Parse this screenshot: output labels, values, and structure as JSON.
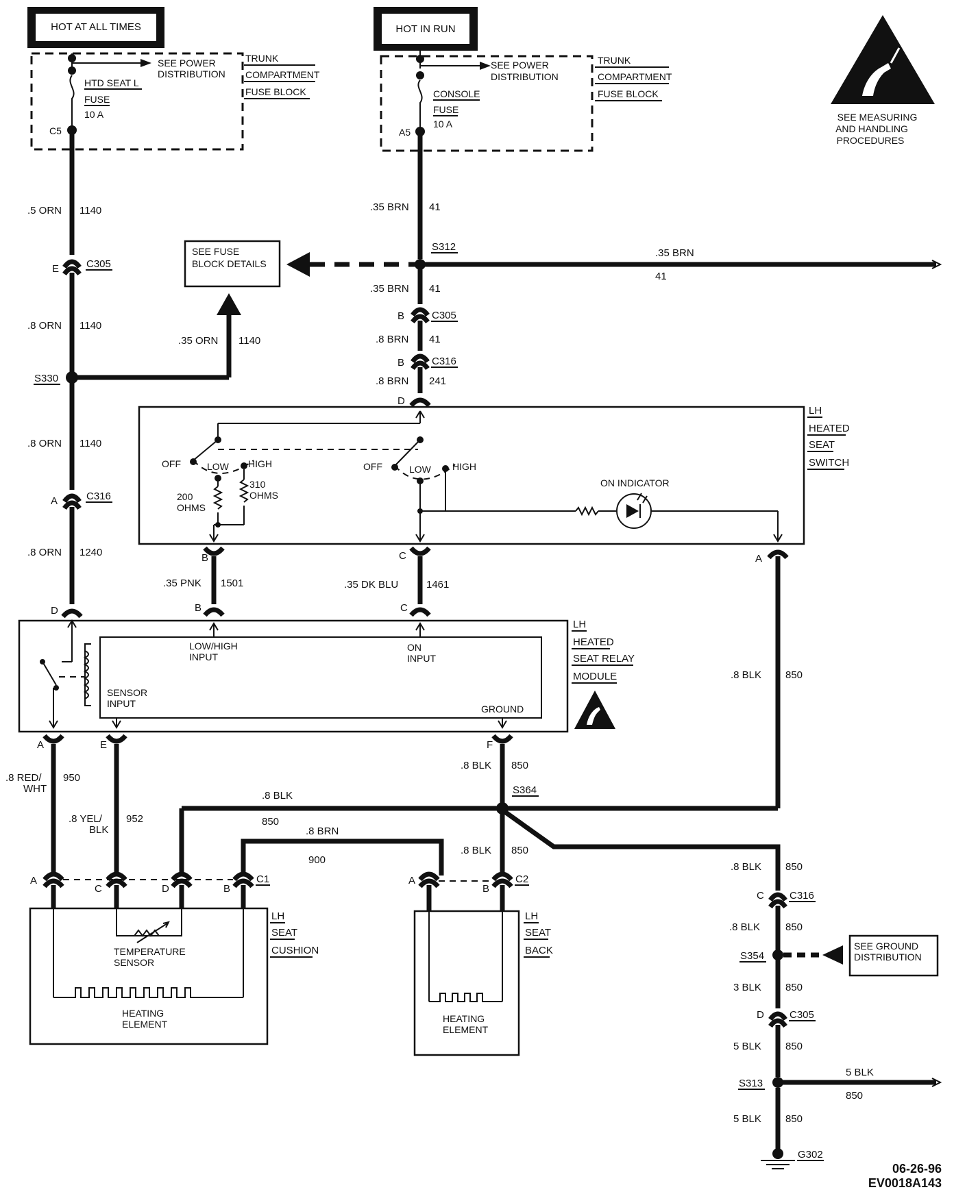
{
  "power": {
    "hot_all": "HOT AT ALL TIMES",
    "hot_run": "HOT IN RUN"
  },
  "fuseblocks": {
    "left": {
      "see_power_1": "SEE POWER",
      "see_power_2": "DISTRIBUTION",
      "name_1": "TRUNK",
      "name_2": "COMPARTMENT",
      "name_3": "FUSE BLOCK",
      "fuse_1": "HTD SEAT L",
      "fuse_2": "FUSE",
      "fuse_3": "10 A",
      "pin": "C5"
    },
    "right": {
      "see_power_1": "SEE POWER",
      "see_power_2": "DISTRIBUTION",
      "name_1": "TRUNK",
      "name_2": "COMPARTMENT",
      "name_3": "FUSE BLOCK",
      "fuse_1": "CONSOLE",
      "fuse_2": "FUSE",
      "fuse_3": "10 A",
      "pin": "A5"
    }
  },
  "esd": {
    "line_1": "SEE MEASURING",
    "line_2": "AND HANDLING",
    "line_3": "PROCEDURES"
  },
  "fuse_details": {
    "line_1": "SEE FUSE",
    "line_2": "BLOCK DETAILS"
  },
  "ground_dist": {
    "line_1": "SEE GROUND",
    "line_2": "DISTRIBUTION"
  },
  "left_column": {
    "w1_gauge": ".5 ORN",
    "w1_circuit": "1140",
    "c305_pin": "E",
    "c305_name": "C305",
    "w2_gauge": ".8 ORN",
    "w2_circuit": "1140",
    "branch_gauge": ".35 ORN",
    "branch_circuit": "1140",
    "s330": "S330",
    "w3_gauge": ".8 ORN",
    "w3_circuit": "1140",
    "c316_pin": "A",
    "c316_name": "C316",
    "w4_gauge": ".8 ORN",
    "w4_circuit": "1240",
    "module_pin": "D"
  },
  "center_column": {
    "w1_gauge": ".35 BRN",
    "w1_circuit": "41",
    "s312": "S312",
    "branch_gauge": ".35 BRN",
    "branch_circuit": "41",
    "w2_gauge": ".35 BRN",
    "w2_circuit": "41",
    "c305_pin": "B",
    "c305_name": "C305",
    "w3_gauge": ".8 BRN",
    "w3_circuit": "41",
    "c316_pin": "B",
    "c316_name": "C316",
    "w4_gauge": ".8 BRN",
    "w4_circuit": "241",
    "switch_pin": "D"
  },
  "seat_switch": {
    "name_1": "LH",
    "name_2": "HEATED",
    "name_3": "SEAT",
    "name_4": "SWITCH",
    "off_left": "OFF",
    "low_left": "LOW",
    "high_left": "HIGH",
    "res1_value": "200",
    "res1_unit": "OHMS",
    "res2_value": "310",
    "res2_unit": "OHMS",
    "off_right": "OFF",
    "low_right": "LOW",
    "high_right": "HIGH",
    "indicator": "ON INDICATOR",
    "pin_b": "B",
    "pin_c": "C",
    "pin_a": "A"
  },
  "mid_wires": {
    "pnk_gauge": ".35 PNK",
    "pnk_circuit": "1501",
    "blu_gauge": ".35 DK BLU",
    "blu_circuit": "1461",
    "module_pin_b": "B",
    "module_pin_c": "C",
    "blk_gauge": ".8 BLK",
    "blk_circuit": "850"
  },
  "relay_module": {
    "name_1": "LH",
    "name_2": "HEATED",
    "name_3": "SEAT RELAY",
    "name_4": "MODULE",
    "low_high_1": "LOW/HIGH",
    "low_high_2": "INPUT",
    "on_1": "ON",
    "on_2": "INPUT",
    "sensor_1": "SENSOR",
    "sensor_2": "INPUT",
    "ground": "GROUND",
    "pin_a": "A",
    "pin_e": "E",
    "pin_f": "F"
  },
  "lower_wires": {
    "red_gauge_1": ".8 RED/",
    "red_gauge_2": "WHT",
    "red_circuit": "950",
    "yel_gauge_1": ".8 YEL/",
    "yel_gauge_2": "BLK",
    "yel_circuit": "952",
    "f_gauge": ".8 BLK",
    "f_circuit": "850",
    "s364": "S364",
    "left_blk": ".8 BLK",
    "left_circuit": "850",
    "brn_gauge": ".8 BRN",
    "brn_circuit": "900",
    "c2_gauge": ".8 BLK",
    "c2_circuit": "850"
  },
  "connectors": {
    "c1_name": "C1",
    "c1_pin_a": "A",
    "c1_pin_c": "C",
    "c1_pin_d": "D",
    "c1_pin_b": "B",
    "c2_name": "C2",
    "c2_pin_a": "A",
    "c2_pin_b": "B"
  },
  "seat_cushion": {
    "name_1": "LH",
    "name_2": "SEAT",
    "name_3": "CUSHION",
    "temp_1": "TEMPERATURE",
    "temp_2": "SENSOR",
    "heat_1": "HEATING",
    "heat_2": "ELEMENT"
  },
  "seat_back": {
    "name_1": "LH",
    "name_2": "SEAT",
    "name_3": "BACK",
    "heat_1": "HEATING",
    "heat_2": "ELEMENT"
  },
  "ground_path": {
    "w1_gauge": ".8 BLK",
    "w1_circuit": "850",
    "c316_pin": "C",
    "c316_name": "C316",
    "w2_gauge": ".8 BLK",
    "w2_circuit": "850",
    "s354": "S354",
    "w3_gauge": "3 BLK",
    "w3_circuit": "850",
    "c305_pin": "D",
    "c305_name": "C305",
    "w4_gauge": "5 BLK",
    "w4_circuit": "850",
    "s313": "S313",
    "branch_gauge": "5 BLK",
    "branch_circuit": "850",
    "w5_gauge": "5 BLK",
    "w5_circuit": "850",
    "g302": "G302"
  },
  "footer": {
    "date": "06-26-96",
    "code": "EV0018A143"
  }
}
